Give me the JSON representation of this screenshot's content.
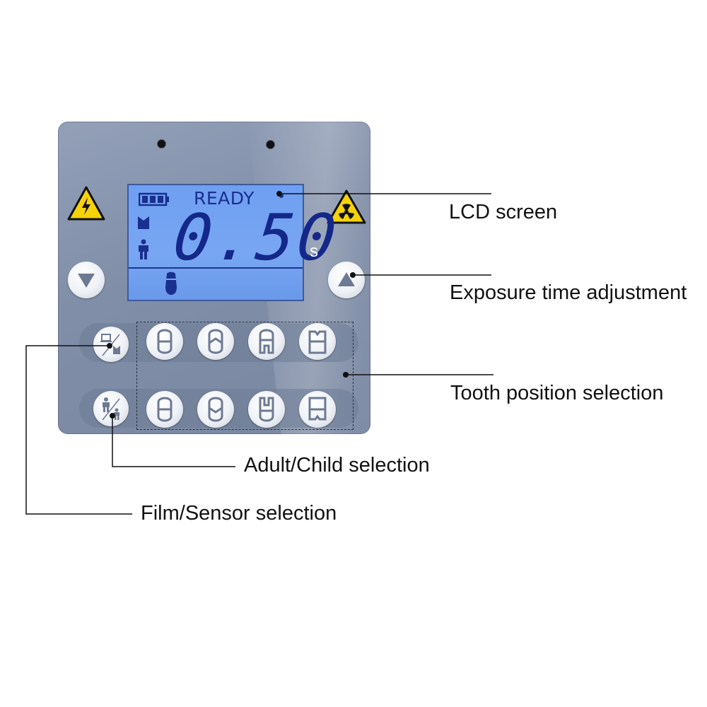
{
  "lcd": {
    "status": "READY",
    "time_value": "0.50",
    "unit": "s"
  },
  "callouts": {
    "lcd_screen": "LCD screen",
    "exposure_time": "Exposure time adjustment",
    "tooth_position": "Tooth position selection",
    "adult_child": "Adult/Child selection",
    "film_sensor": "Film/Sensor selection"
  },
  "icons": {
    "left_warning": "high-voltage-warning-icon",
    "right_warning": "radiation-warning-icon",
    "down": "triangle-down-icon",
    "up": "triangle-up-icon",
    "film_sensor": "film-sensor-icon",
    "adult_child": "adult-child-icon",
    "battery": "battery-icon",
    "tooth": "tooth-icon"
  },
  "colors": {
    "panel": "#808ea8",
    "lcd_background": "#78a6f3",
    "lcd_text": "#14288a",
    "warning_yellow": "#f5d20a"
  }
}
